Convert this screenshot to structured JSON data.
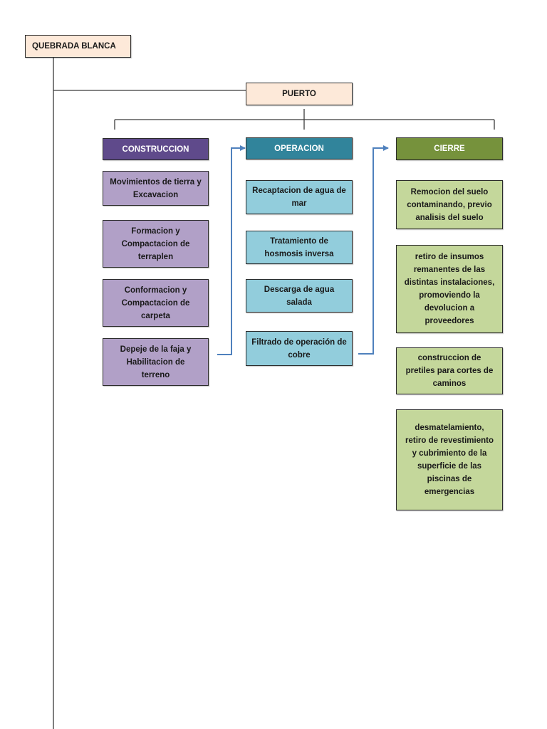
{
  "diagram": {
    "root": {
      "label": "QUEBRADA BLANCA",
      "color": "#fde9d9"
    },
    "site": {
      "label": "PUERTO",
      "color": "#fde9d9"
    },
    "phases": [
      {
        "label": "CONSTRUCCION",
        "header_color": "#5f4a8b",
        "item_color": "#b1a0c7",
        "items": [
          "Movimientos de tierra y Excavacion",
          "Formacion y Compactacion de terraplen",
          "Conformacion y Compactacion de carpeta",
          "Depeje de la faja y Habilitacion de terreno"
        ]
      },
      {
        "label": "OPERACION",
        "header_color": "#31849b",
        "item_color": "#92cddc",
        "items": [
          "Recaptacion de agua de mar",
          "Tratamiento de hosmosis inversa",
          "Descarga de agua salada",
          "Filtrado de operación de cobre"
        ]
      },
      {
        "label": "CIERRE",
        "header_color": "#76923c",
        "item_color": "#c4d79b",
        "items": [
          "Remocion del suelo contaminando, previo analisis del suelo",
          "retiro de insumos remanentes de las distintas instalaciones, promoviendo la devolucion a proveedores",
          "construccion de pretiles para cortes de caminos",
          "desmatelamiento, retiro de revestimiento y cubrimiento de la superficie de las piscinas de emergencias"
        ]
      }
    ],
    "line_color": "#3a3a3a",
    "arrow_color": "#4f81bd"
  }
}
